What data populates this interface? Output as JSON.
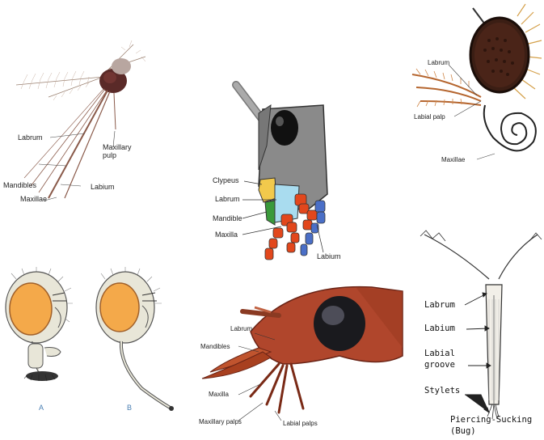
{
  "mosquito": {
    "labrum": "Labrum",
    "maxillary_palp": "Maxillary\npulp",
    "maxillary_palp_line1": "Maxillary",
    "maxillary_palp_line2": "pulp",
    "mandibles": "Mandibles",
    "labium": "Labium",
    "maxillae": "Maxillae"
  },
  "grasshopper": {
    "clypeus": "Clypeus",
    "labrum": "Labrum",
    "mandible": "Mandible",
    "maxilla": "Maxilla",
    "labium": "Labium"
  },
  "butterfly": {
    "labrum": "Labrum",
    "labial_palp": "Labial palp",
    "maxillae": "Maxillae"
  },
  "fly": {
    "label_a": "A",
    "label_b": "B"
  },
  "beetle": {
    "labrum": "Labrum",
    "mandibles": "Mandibles",
    "maxilla": "Maxilla",
    "maxillary_palps": "Maxillary palps",
    "labial_palps": "Labial palps"
  },
  "bug": {
    "labrum": "Labrum",
    "labium": "Labium",
    "labial_groove_line1": "Labial",
    "labial_groove_line2": "groove",
    "stylets": "Stylets",
    "caption_line1": "Piercing-Sucking",
    "caption_line2": "(Bug)"
  },
  "colors": {
    "clypeus": "#f2c94c",
    "labrum": "#a9dcef",
    "mandible": "#3a9a3a",
    "maxilla": "#e2471c",
    "labium": "#4a6fc7",
    "head_gray": "#8a8a8a",
    "fly_eye": "#f4a94a",
    "beetle_body": "#b0462c"
  }
}
